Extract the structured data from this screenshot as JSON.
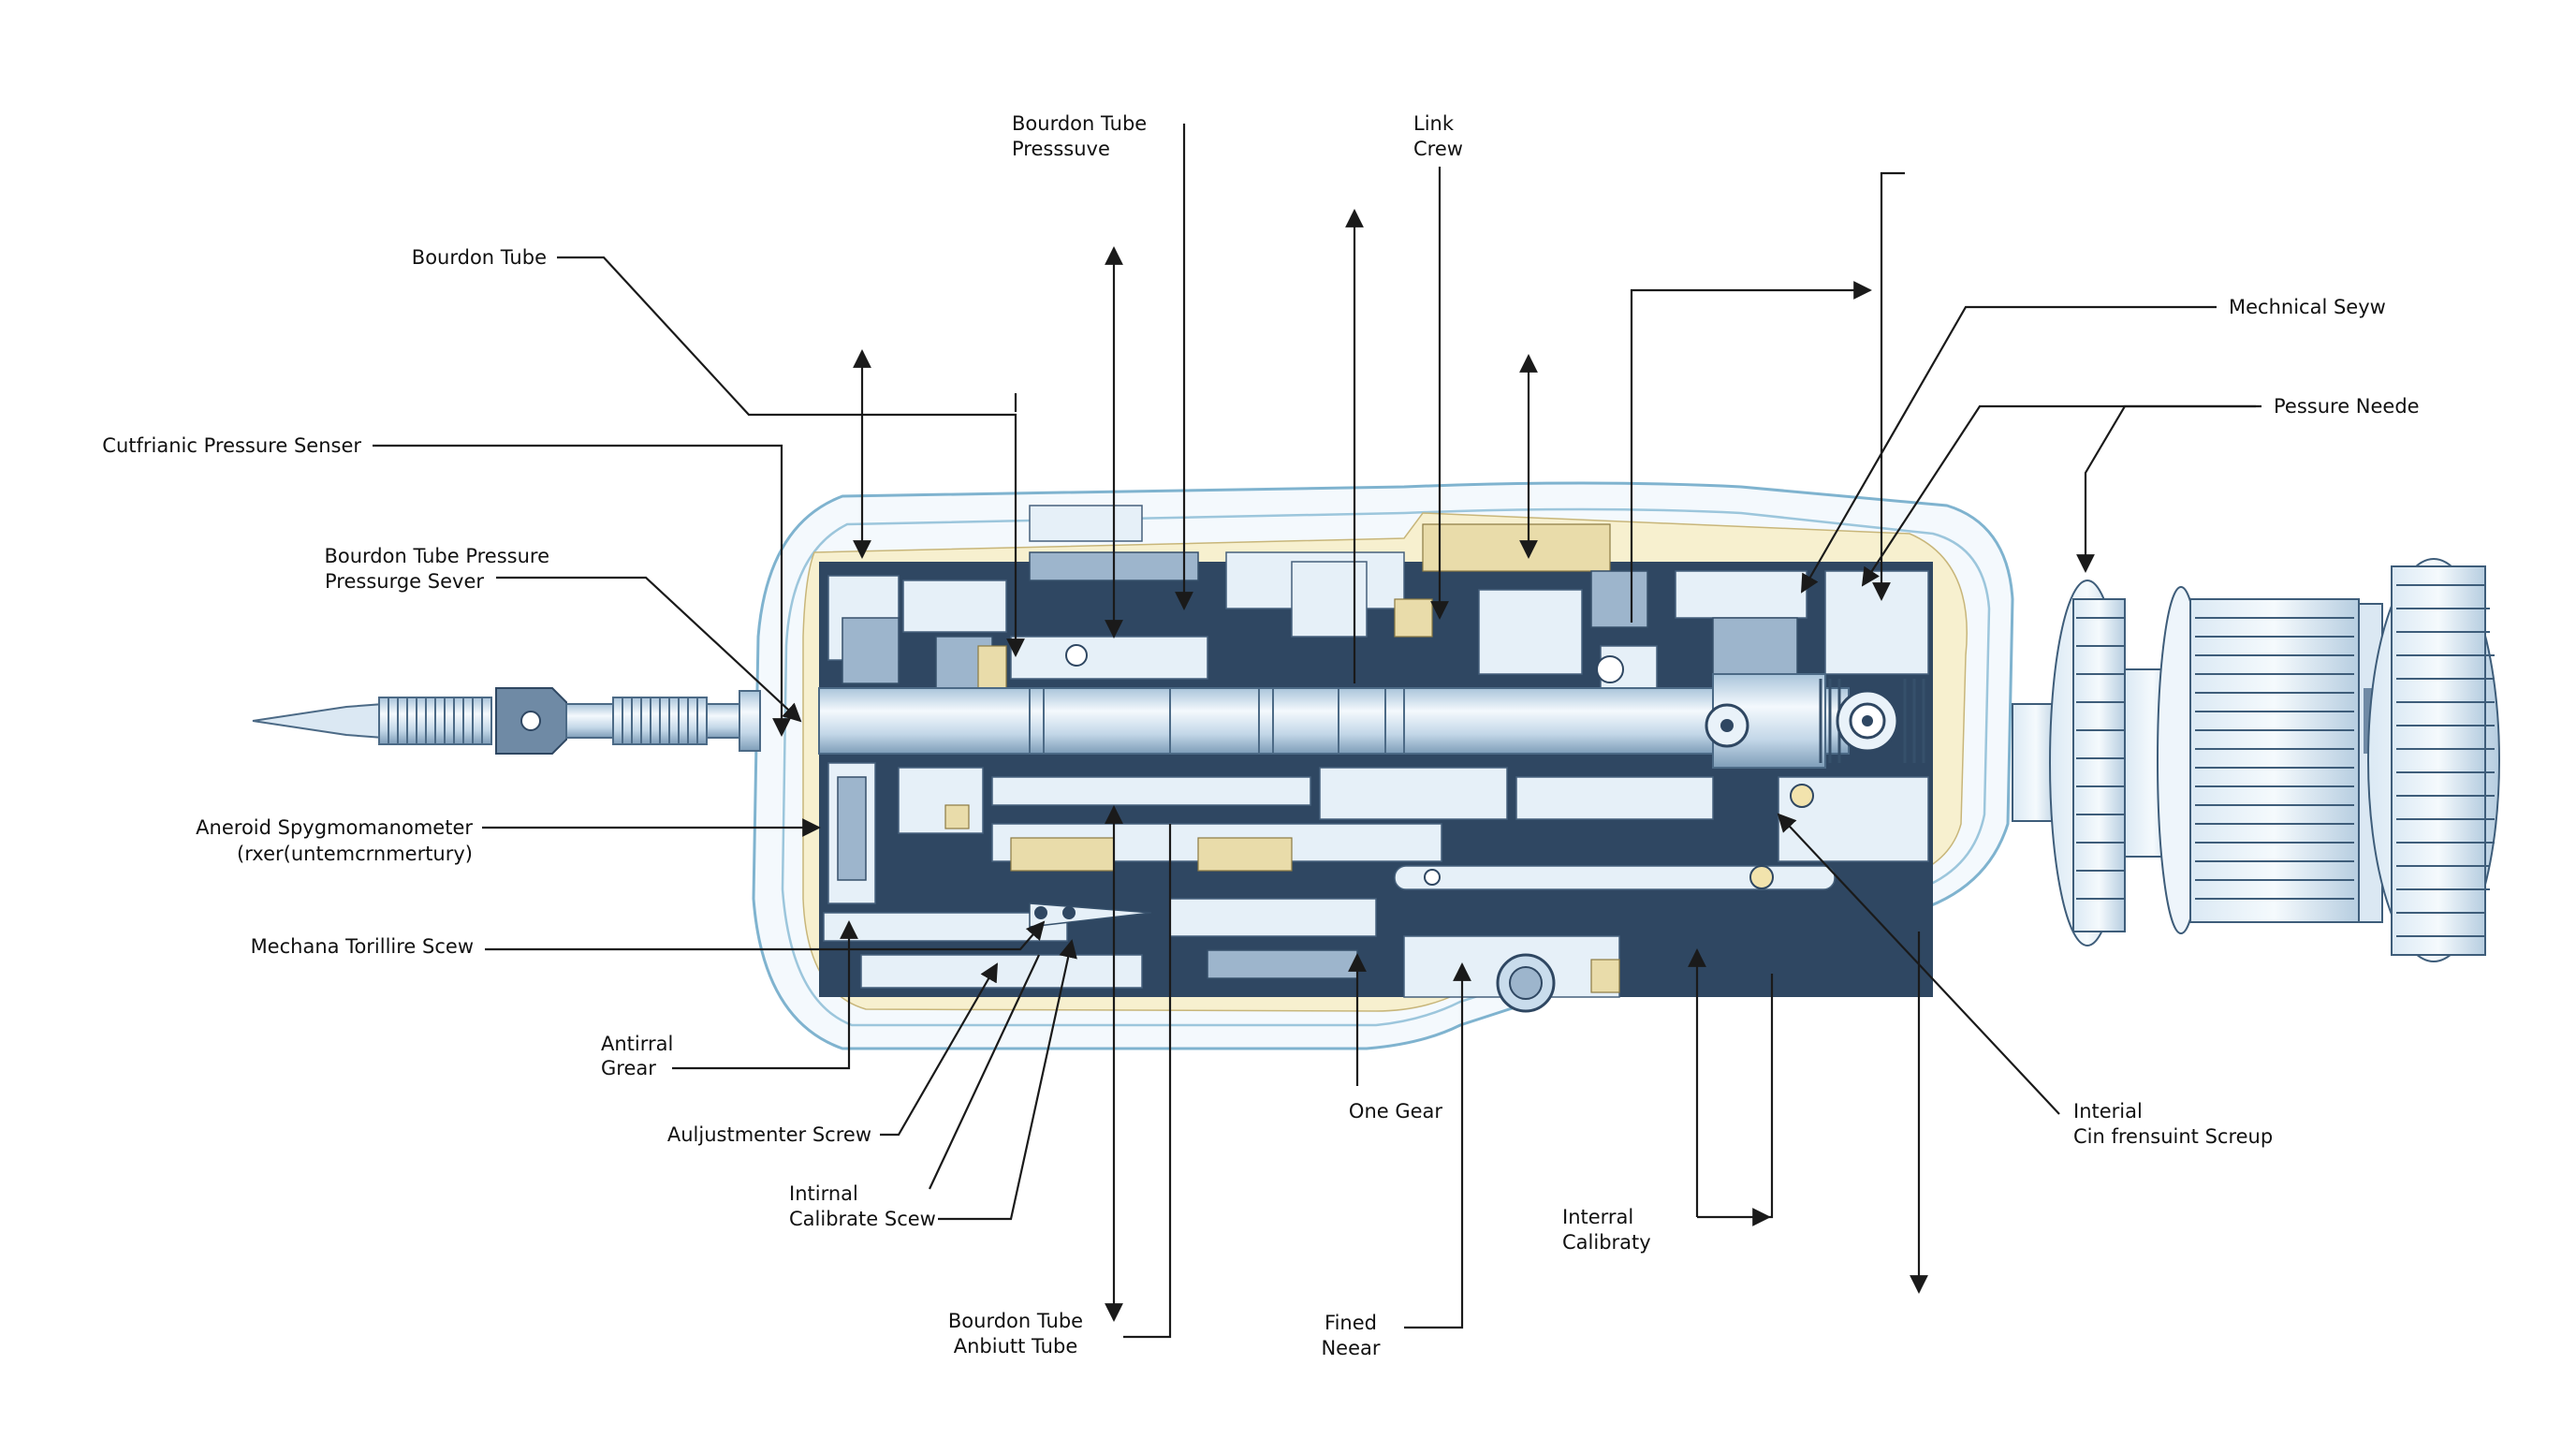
{
  "diagram": {
    "subject": "Cutaway of an aneroid pressure gauge mechanism with exploded gear assembly",
    "colors": {
      "background": "#ffffff",
      "housing_outline": "#7fb3cf",
      "housing_fill": "#f4f9fd",
      "inner_liner": "#f7f0cf",
      "dark_parts": "#2f4762",
      "steel_parts": "#c9dcec",
      "leader_lines": "#1a1a1a"
    },
    "labels": [
      {
        "id": "bourdon-tube",
        "lines": [
          "Bourdon Tube"
        ],
        "side": "left"
      },
      {
        "id": "cutfrianic-pressure-senser",
        "lines": [
          "Cutfrianic Pressure Senser"
        ],
        "side": "left"
      },
      {
        "id": "bourdon-tube-pressure-sever",
        "lines": [
          "Bourdon Tube Pressure",
          "Pressurge Sever"
        ],
        "side": "left"
      },
      {
        "id": "aneroid-spygmomanometer",
        "lines": [
          "Aneroid Spygmomanometer",
          "(rxer(untemcrnmertury)"
        ],
        "side": "left"
      },
      {
        "id": "mechana-torillire-scew",
        "lines": [
          "Mechana Torillire Scew"
        ],
        "side": "left"
      },
      {
        "id": "antirral-grear",
        "lines": [
          "Antirral",
          "Grear"
        ],
        "side": "bottom-left"
      },
      {
        "id": "auljustmenter-screw",
        "lines": [
          "Auljustmenter Screw"
        ],
        "side": "bottom-left"
      },
      {
        "id": "intirnal-calibrate-scew",
        "lines": [
          "Intirnal",
          "Calibrate Scew"
        ],
        "side": "bottom"
      },
      {
        "id": "bourdon-tube-anbiutt-tube",
        "lines": [
          "Bourdon Tube",
          "Anbiutt Tube"
        ],
        "side": "bottom"
      },
      {
        "id": "fined-neear",
        "lines": [
          "Fined",
          "Neear"
        ],
        "side": "bottom"
      },
      {
        "id": "one-gear",
        "lines": [
          "One Gear"
        ],
        "side": "bottom"
      },
      {
        "id": "interral-calibraty",
        "lines": [
          "Interral",
          "Calibraty"
        ],
        "side": "bottom-right"
      },
      {
        "id": "internal-screup",
        "lines": [
          "Interial",
          "Cin frensuint Screup"
        ],
        "side": "bottom-right"
      },
      {
        "id": "bourdon-tube-pressuve",
        "lines": [
          "Bourdon Tube",
          "Presssuve"
        ],
        "side": "top"
      },
      {
        "id": "link-crew",
        "lines": [
          "Link",
          "Crew"
        ],
        "side": "top"
      },
      {
        "id": "mechnical-seyw",
        "lines": [
          "Mechnical Seyw"
        ],
        "side": "right"
      },
      {
        "id": "pessure-neede",
        "lines": [
          "Pessure Neede"
        ],
        "side": "right"
      }
    ]
  }
}
